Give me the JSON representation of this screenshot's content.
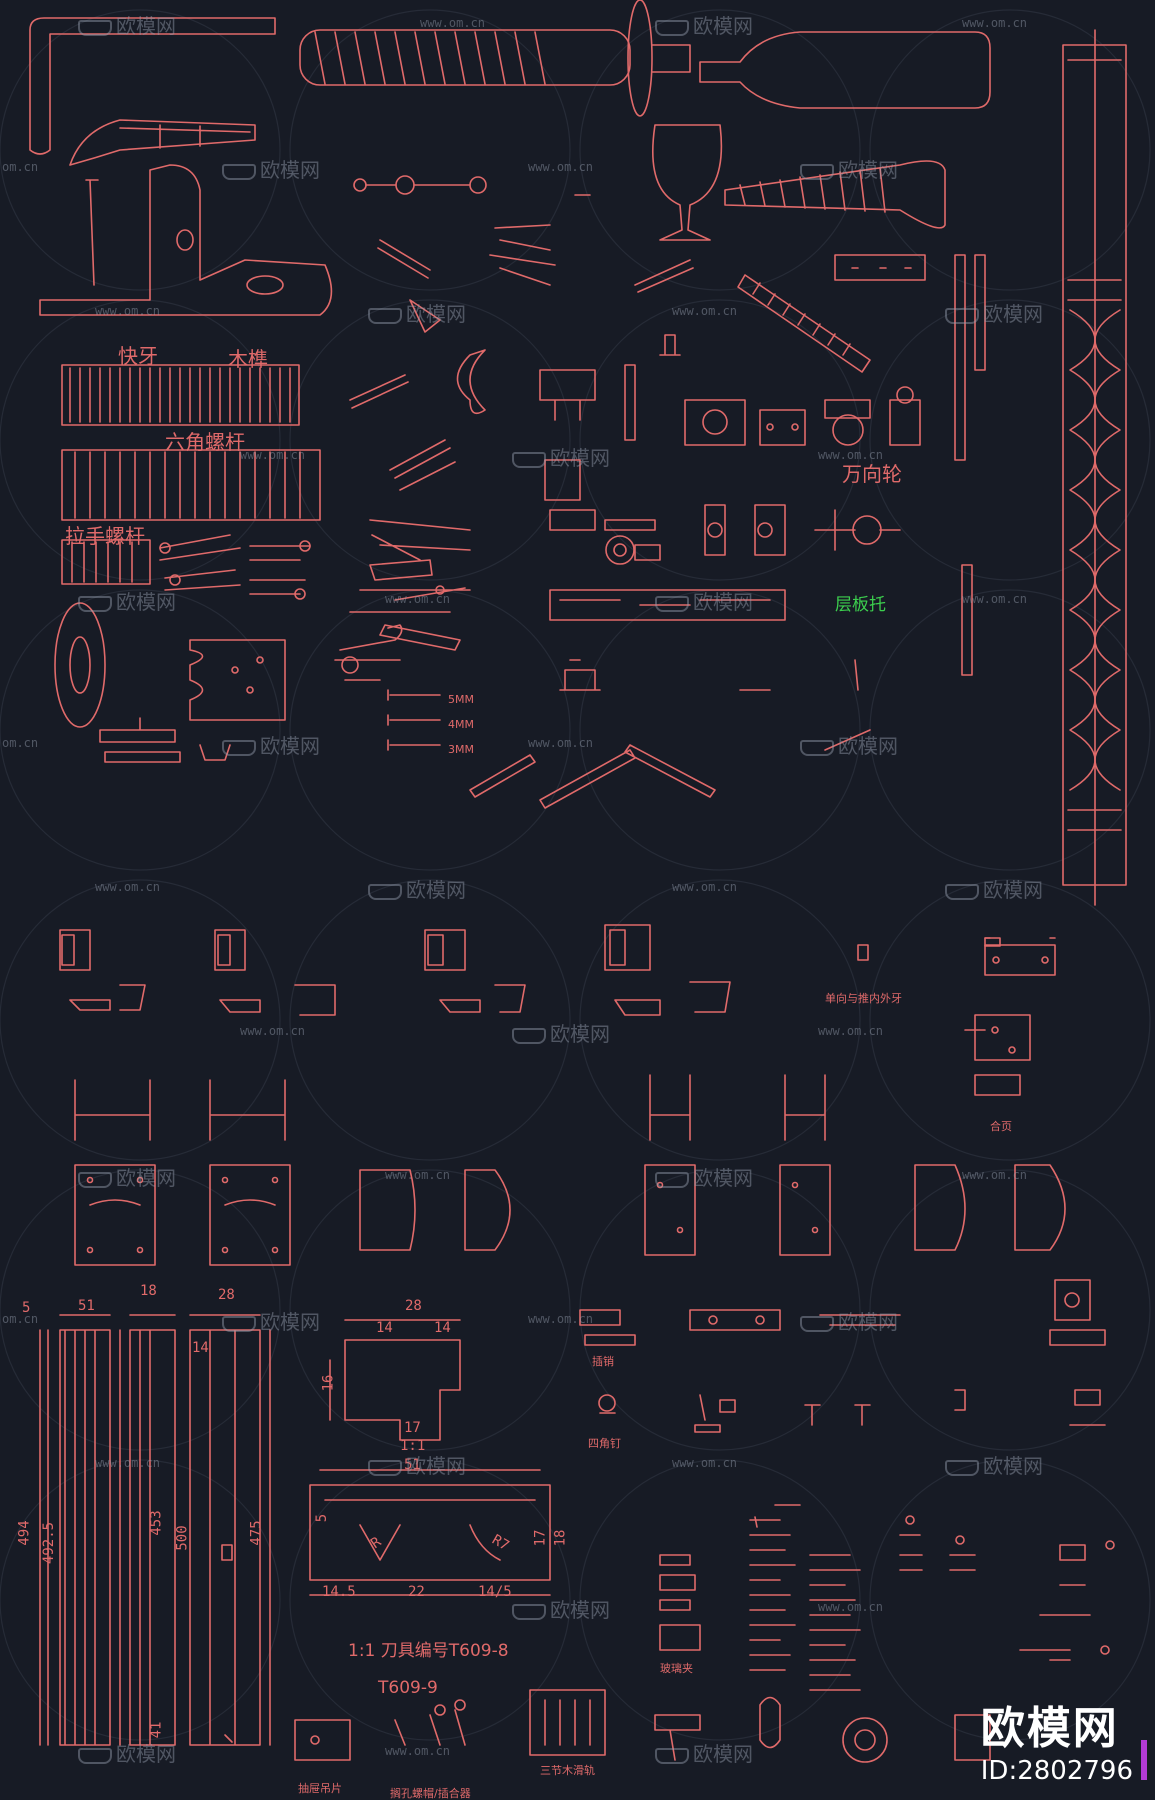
{
  "labels": {
    "kuaiya": "快牙",
    "mujin": "木榫",
    "liujiao": "六角螺杆",
    "lashou": "拉手螺杆",
    "wanxianglun": "万向轮",
    "cengbantuo": "层板托",
    "mm5": "5MM",
    "mm4": "4MM",
    "mm3": "3MM",
    "danxiang": "单向与推内外牙",
    "heye": "合页",
    "chashuan": "插销",
    "sijiaoding": "四角钉",
    "bolijia": "玻璃夹",
    "sanjie": "三节木滑轨",
    "choutilapian": "抽屉吊片",
    "dangui": "搁孔螺帽/插合器",
    "t609_8": "1:1 刀具编号T609-8",
    "t609_9": "T609-9"
  },
  "dimensions": {
    "d5": "5",
    "d51": "51",
    "d18": "18",
    "d28a": "28",
    "d494": "494",
    "d4925": "492.5",
    "d453": "453",
    "d500": "500",
    "d475": "475",
    "d14a": "14",
    "d41": "41",
    "d28b": "28",
    "d14b": "14",
    "d14c": "14",
    "d16": "16",
    "d17a": "17",
    "d11": "1:1",
    "d51b": "51",
    "d5b": "5",
    "d17b": "17",
    "d18b": "18",
    "d145": "14.5",
    "d22": "22",
    "d145b": "14/5",
    "dR": "R",
    "dR7": "R7"
  },
  "watermark": {
    "text": "欧模网",
    "url": "www.om.cn",
    "url_short": "om.cn"
  },
  "brand": {
    "name": "欧模网",
    "id": "ID:2802796"
  },
  "colors": {
    "background": "#171b25",
    "lines": "#e06a6a",
    "highlight": "#3ccf4e",
    "watermark": "#96a0af"
  }
}
